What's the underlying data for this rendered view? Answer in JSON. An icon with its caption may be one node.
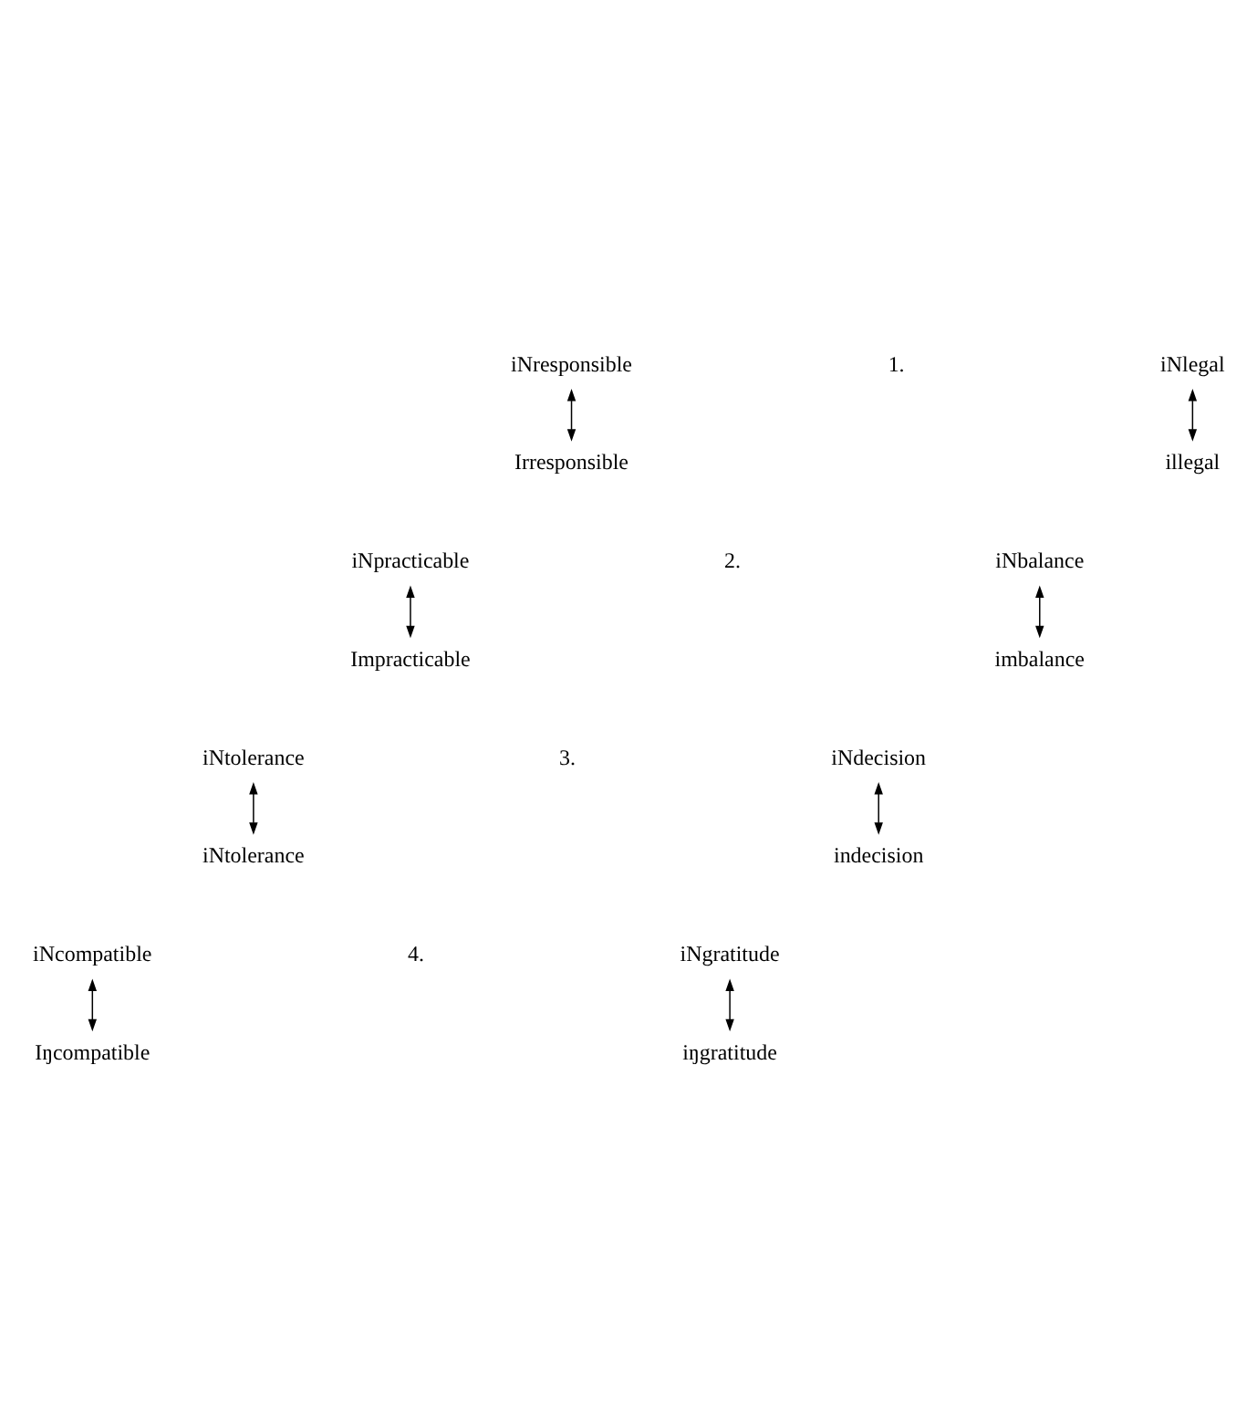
{
  "diagram": {
    "nodes": [
      {
        "text": [
          "iNresponsible"
        ]
      },
      {
        "text": [
          "iNlegal"
        ]
      },
      {
        "text": [
          "Irresponsible"
        ]
      },
      {
        "text": [
          "illegal"
        ]
      },
      {
        "text": [
          "iNpracticable"
        ]
      },
      {
        "text": [
          "iNbalance"
        ]
      },
      {
        "text": [
          "Impracticable"
        ]
      },
      {
        "text": [
          "imbalance"
        ]
      },
      {
        "text": [
          "iNtolerance"
        ]
      },
      {
        "text": [
          "iNdecision"
        ]
      },
      {
        "text": [
          "iNtolerance"
        ]
      },
      {
        "text": [
          "indecision"
        ]
      },
      {
        "text": [
          "iNcompatible"
        ]
      },
      {
        "text": [
          "iNgratitude"
        ]
      },
      {
        "text": [
          "Iŋcompatible"
        ]
      },
      {
        "text": [
          "iŋgratitude"
        ]
      }
    ],
    "edges": [
      {
        "from": 0,
        "to": 2,
        "arrow": "both"
      },
      {
        "from": 1,
        "to": 3,
        "arrow": "both"
      },
      {
        "from": 4,
        "to": 6,
        "arrow": "both"
      },
      {
        "from": 5,
        "to": 7,
        "arrow": "both"
      },
      {
        "from": 8,
        "to": 10,
        "arrow": "both"
      },
      {
        "from": 9,
        "to": 11,
        "arrow": "both"
      },
      {
        "from": 12,
        "to": 14,
        "arrow": "both"
      },
      {
        "from": 13,
        "to": 15,
        "arrow": "both"
      }
    ],
    "labels": [
      "1.",
      "2.",
      "3.",
      "4."
    ]
  }
}
